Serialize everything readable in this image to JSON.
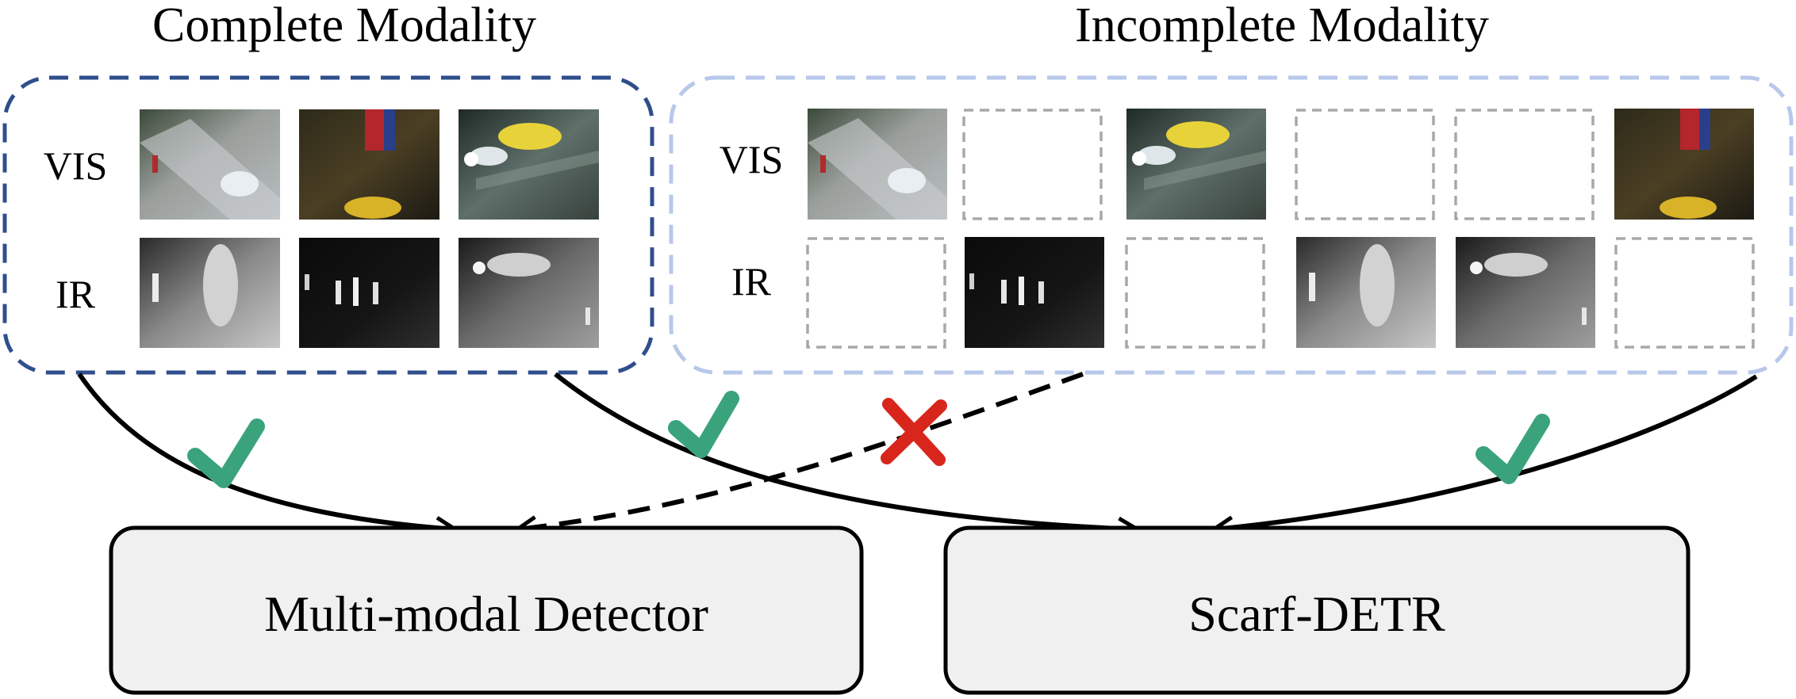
{
  "groups": [
    {
      "title": "Complete Modality",
      "row_labels": [
        "VIS",
        "IR"
      ]
    },
    {
      "title": "Incomplete Modality",
      "row_labels": [
        "VIS",
        "IR"
      ]
    }
  ],
  "detectors": [
    {
      "label": "Multi-modal Detector"
    },
    {
      "label": "Scarf-DETR"
    }
  ],
  "connections": [
    {
      "from": "Complete Modality",
      "to": "Multi-modal Detector",
      "status": "compatible",
      "mark": "check-icon"
    },
    {
      "from": "Incomplete Modality",
      "to": "Multi-modal Detector",
      "status": "incompatible",
      "mark": "cross-icon"
    },
    {
      "from": "Complete Modality",
      "to": "Scarf-DETR",
      "status": "compatible",
      "mark": "check-icon"
    },
    {
      "from": "Incomplete Modality",
      "to": "Scarf-DETR",
      "status": "compatible",
      "mark": "check-icon"
    }
  ],
  "incomplete_pairs_present": [
    {
      "vis": true,
      "ir": false
    },
    {
      "vis": false,
      "ir": true
    },
    {
      "vis": true,
      "ir": false
    },
    {
      "vis": false,
      "ir": true
    },
    {
      "vis": false,
      "ir": true
    },
    {
      "vis": true,
      "ir": false
    }
  ],
  "colors": {
    "complete_border": "#2f4e8c",
    "incomplete_border": "#b7c8ea",
    "missing_slot": "#a8a8a8",
    "check": "#3aa37c",
    "cross": "#d8261c",
    "detector_fill": "#f0f0f0"
  }
}
